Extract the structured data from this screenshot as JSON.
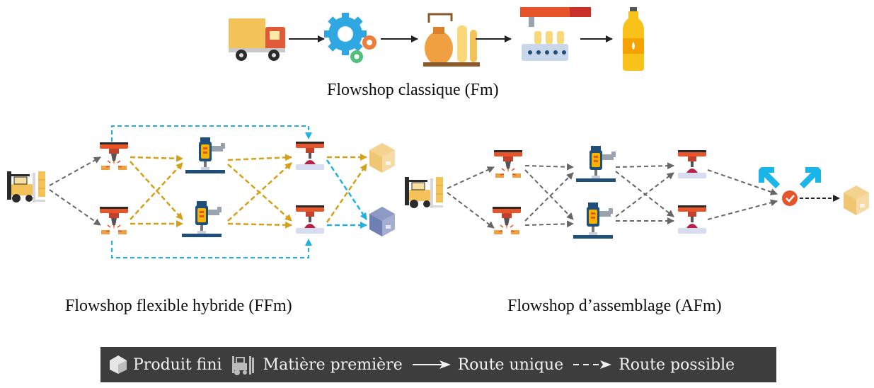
{
  "captions": {
    "classic": "Flowshop classique (Fm)",
    "hybrid": "Flowshop flexible hybride  (FFm)",
    "assembly": "Flowshop d’assemblage (AFm)"
  },
  "legend": {
    "finished_product": "Produit fini",
    "raw_material": "Matière première",
    "single_route": "Route unique",
    "possible_route": "Route possible"
  },
  "colors": {
    "truck_body": "#f3c35a",
    "truck_cab": "#e05a3a",
    "gear_blue": "#2fa7e0",
    "gear_orange": "#f07c3a",
    "machine_head": "#e8542a",
    "machine_blue": "#1f4e79",
    "route_gold": "#d4a017",
    "route_blue": "#1fb1e6",
    "route_grey": "#666666",
    "box_tan": "#f0c36a",
    "box_blue": "#6678b0",
    "assembly_cyan": "#1ab6ea",
    "legend_bg": "#3d3d3d"
  },
  "icons": [
    "truck-icon",
    "gears-icon",
    "refinery-icon",
    "bottling-line-icon",
    "bottle-icon",
    "forklift-icon",
    "cnc-machine-icon",
    "press-machine-icon",
    "drill-machine-icon",
    "box-icon",
    "assembly-merge-icon",
    "check-icon"
  ]
}
